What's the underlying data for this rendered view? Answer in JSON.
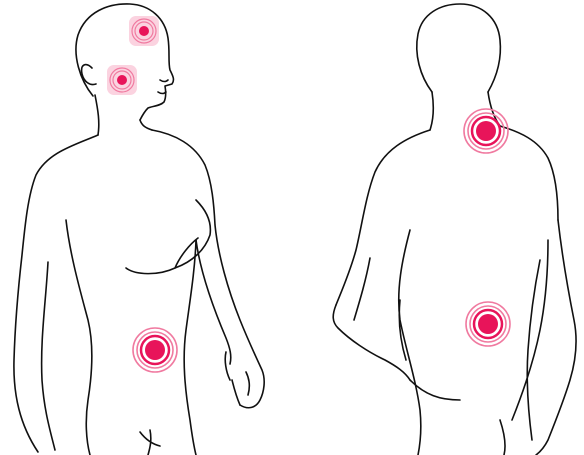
{
  "colors": {
    "background": "#ffffff",
    "outline": "#111111",
    "marker_core": "#e8145a",
    "marker_ring": "#f07aa0",
    "marker_pad": "#fbd3e0"
  },
  "figures": [
    {
      "id": "front",
      "name": "front-view-figure"
    },
    {
      "id": "back",
      "name": "back-view-figure"
    }
  ],
  "markers": [
    {
      "id": "front-temple-upper",
      "figure": "front",
      "size": "small"
    },
    {
      "id": "front-temple-lower",
      "figure": "front",
      "size": "small"
    },
    {
      "id": "front-abdomen",
      "figure": "front",
      "size": "large"
    },
    {
      "id": "back-neck",
      "figure": "back",
      "size": "large"
    },
    {
      "id": "back-lower-back",
      "figure": "back",
      "size": "large"
    }
  ]
}
